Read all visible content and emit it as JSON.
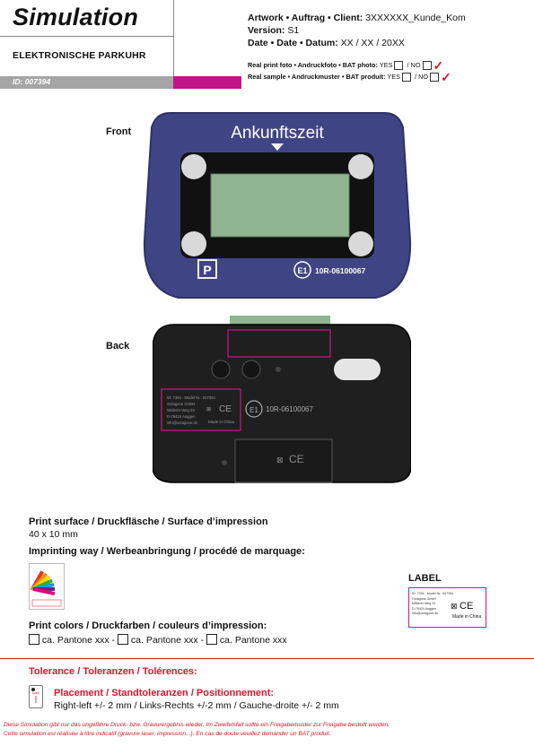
{
  "header": {
    "title": "Simulation",
    "product": "ELEKTRONISCHE PARKUHR",
    "id": "ID: 007394",
    "artwork_label": "Artwork • Auftrag • Client:",
    "artwork_value": "3XXXXXX_Kunde_Kom",
    "version_label": "Version:",
    "version_value": "S1",
    "date_label": "Date • Date • Datum:",
    "date_value": "XX / XX / 20XX",
    "photo_label": "Real print foto • Andruckfoto • BAT photo:",
    "photo_yes": "YES",
    "photo_no": "/ NO",
    "sample_label": "Real sample • Andruckmuster • BAT produit:",
    "sample_yes": "YES",
    "sample_no": "/ NO"
  },
  "device": {
    "front_label": "Front",
    "back_label": "Back",
    "front_title": "Ankunftszeit",
    "parking_letter": "P",
    "approval_mark": "E1",
    "approval_code": "10R-06100067",
    "back_label_lines": [
      "ID: 7394 · Model Nr.: 007394",
      "Octagone GmbH",
      "Mittlerer Weg 24",
      "D-79424 Auggen",
      "info@octagone.de"
    ],
    "made_in": "Made in China",
    "ce": "CE",
    "colors": {
      "front_body": "#3f4584",
      "screen": "#8fb591",
      "back_body": "#1f1f1f",
      "accent": "#d0158a"
    }
  },
  "info": {
    "print_surface_heading": "Print surface / Druckfläsche / Surface d’impression",
    "print_surface_value": "40 x 10 mm",
    "imprinting_heading": "Imprinting way / Werbeanbringung / procédé de marquage:",
    "print_colors_heading": "Print colors / Druckfarben / couleurs d’impression:",
    "pantone": [
      "ca. Pantone xxx",
      "ca. Pantone xxx",
      "ca. Pantone xxx"
    ],
    "label_heading": "LABEL"
  },
  "tolerance": {
    "heading": "Tolerance / Toleranzen / Tolérences:",
    "placement_heading": "Placement / Standtoleranzen / Positionnement:",
    "placement_value": "Right-left +/- 2 mm / Links-Rechts +/-2 mm / Gauche-droite +/- 2 mm",
    "disclaimer_1": "Diese Simulation gibt nur das ungefähre Druck- bzw. Gravurergebnis wieder. Im Zweifelsfall sollte ein Freigabemuster zur Freigabe bestellt werden.",
    "disclaimer_2": "Cette simulation est réalisée à titre indicatif (gravure laser, impression...). En cas de doute veuillez demander un BAT produit."
  }
}
